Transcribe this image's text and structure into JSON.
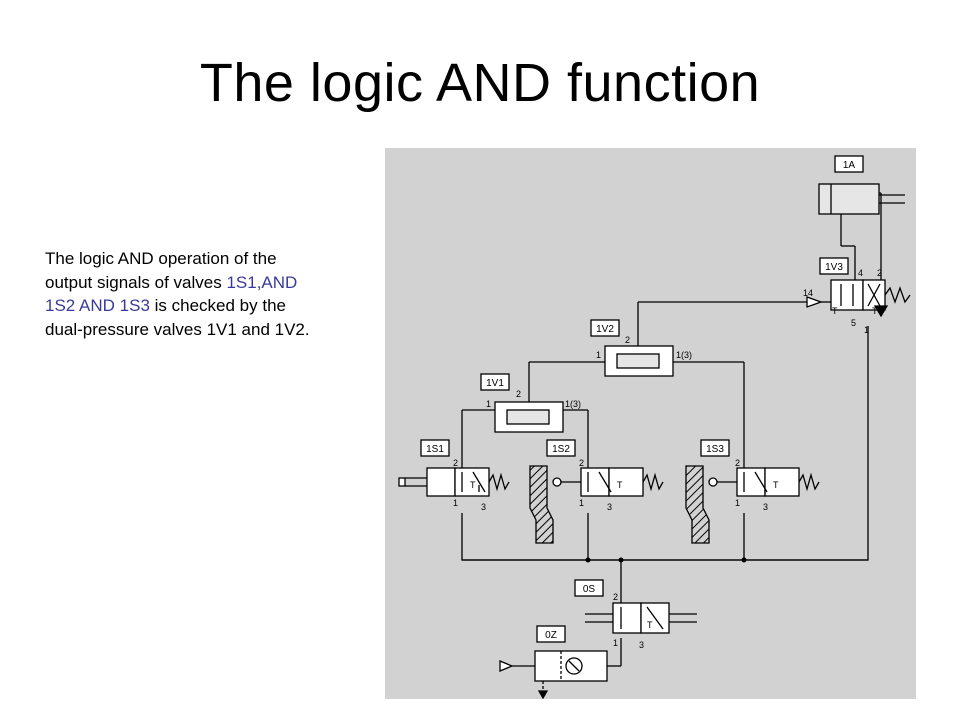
{
  "slide": {
    "title": "The logic AND function",
    "body": {
      "p1": "The logic AND operation of the output signals of valves ",
      "highlight": "1S1,AND 1S2 AND 1S3",
      "p2": " is checked by the dual-pressure valves 1V1 and 1V2."
    },
    "highlight_color": "#3a3a9c"
  },
  "diagram": {
    "components": {
      "cylinder": "1A",
      "final_valve": "1V3",
      "and_valve_2": "1V2",
      "and_valve_1": "1V1",
      "signal_valve_1": "1S1",
      "signal_valve_2": "1S2",
      "signal_valve_3": "1S3",
      "start_valve": "0S",
      "service_unit": "0Z"
    },
    "ports": {
      "p1": "1",
      "p2": "2",
      "p3": "3",
      "p4": "4",
      "p5": "5",
      "p14": "14",
      "p13": "1(3)",
      "t": "T"
    }
  }
}
